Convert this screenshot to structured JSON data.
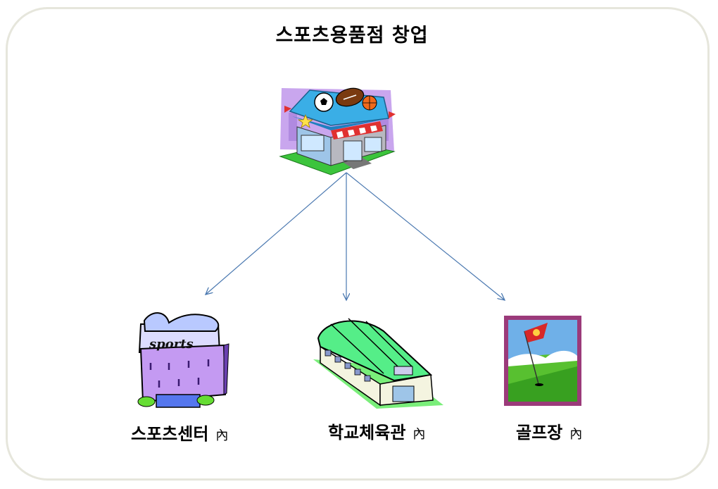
{
  "diagram": {
    "title": "스포츠용품점 창업",
    "nodes": [
      {
        "label": "스포츠센터",
        "suffix": "內",
        "icon": "sports-center-building-icon"
      },
      {
        "label": "학교체육관",
        "suffix": "內",
        "icon": "school-gymnasium-icon"
      },
      {
        "label": "골프장",
        "suffix": "內",
        "icon": "golf-course-icon"
      }
    ],
    "root_icon": "sporting-goods-store-icon",
    "sign_text": "sports",
    "colors": {
      "arrow": "#4a78b0",
      "frame": "#e6e6dc"
    }
  }
}
